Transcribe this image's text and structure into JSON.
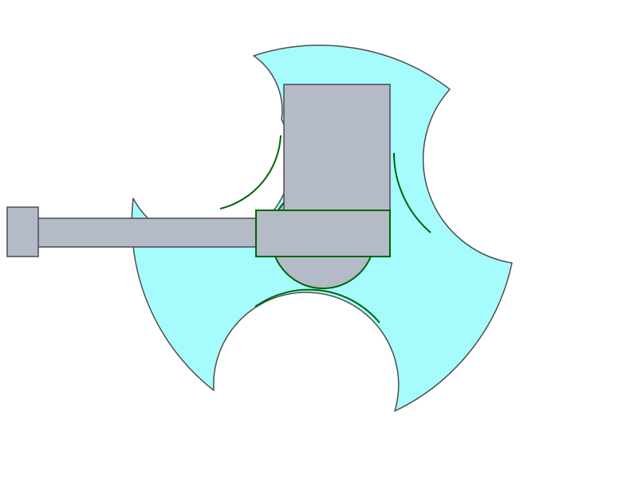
{
  "diagram": {
    "colors": {
      "background": "#ffffff",
      "disk_fill": "#a6fbfd",
      "disk_outline": "#4d4d4d",
      "part_fill": "#b4bac6",
      "part_outline": "#4d4d4d",
      "contact_outline": "#006400"
    },
    "components": [
      {
        "name": "slotted-wheel",
        "shape": "disk-with-cutouts"
      },
      {
        "name": "hub",
        "shape": "circle"
      },
      {
        "name": "upper-block",
        "shape": "rectangle"
      },
      {
        "name": "crank-block",
        "shape": "rectangle"
      },
      {
        "name": "connecting-rod",
        "shape": "rectangle"
      },
      {
        "name": "end-block",
        "shape": "rectangle"
      }
    ]
  }
}
